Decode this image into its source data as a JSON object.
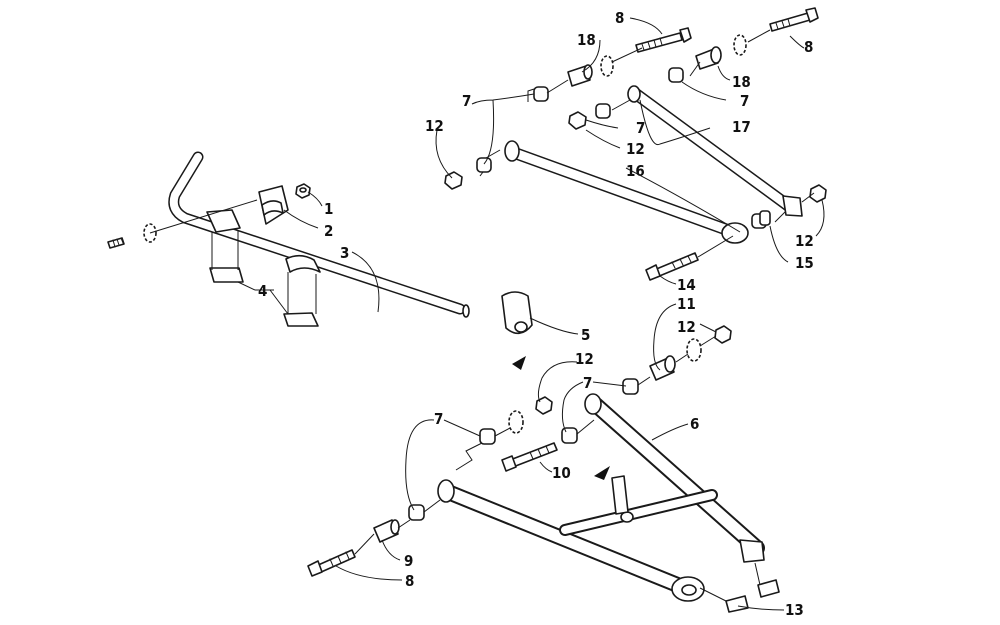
{
  "diagram": {
    "kind": "exploded-parts-diagram",
    "callouts": {
      "c1": "1",
      "c2": "2",
      "c3": "3",
      "c4": "4",
      "c5": "5",
      "c6": "6",
      "c7a": "7",
      "c7b": "7",
      "c7c": "7",
      "c7d": "7",
      "c7e": "7",
      "c8a": "8",
      "c8b": "8",
      "c8c": "8",
      "c9": "9",
      "c10": "10",
      "c11": "11",
      "c12a": "12",
      "c12b": "12",
      "c12c": "12",
      "c12d": "12",
      "c12e": "12",
      "c13": "13",
      "c14": "14",
      "c15": "15",
      "c16": "16",
      "c17": "17",
      "c18a": "18",
      "c18b": "18"
    }
  }
}
